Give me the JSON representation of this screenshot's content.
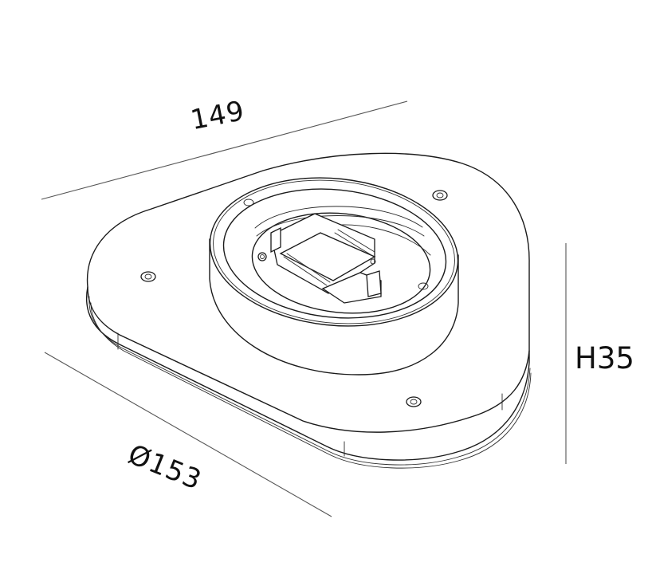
{
  "drawing": {
    "subject": "triangular ceiling lamp base with circular recessed socket",
    "line_color": "#1a1a1a",
    "background": "#ffffff"
  },
  "dimensions": {
    "width": {
      "label": "149"
    },
    "diameter": {
      "label": "Ø153"
    },
    "height": {
      "label": "H35"
    }
  }
}
